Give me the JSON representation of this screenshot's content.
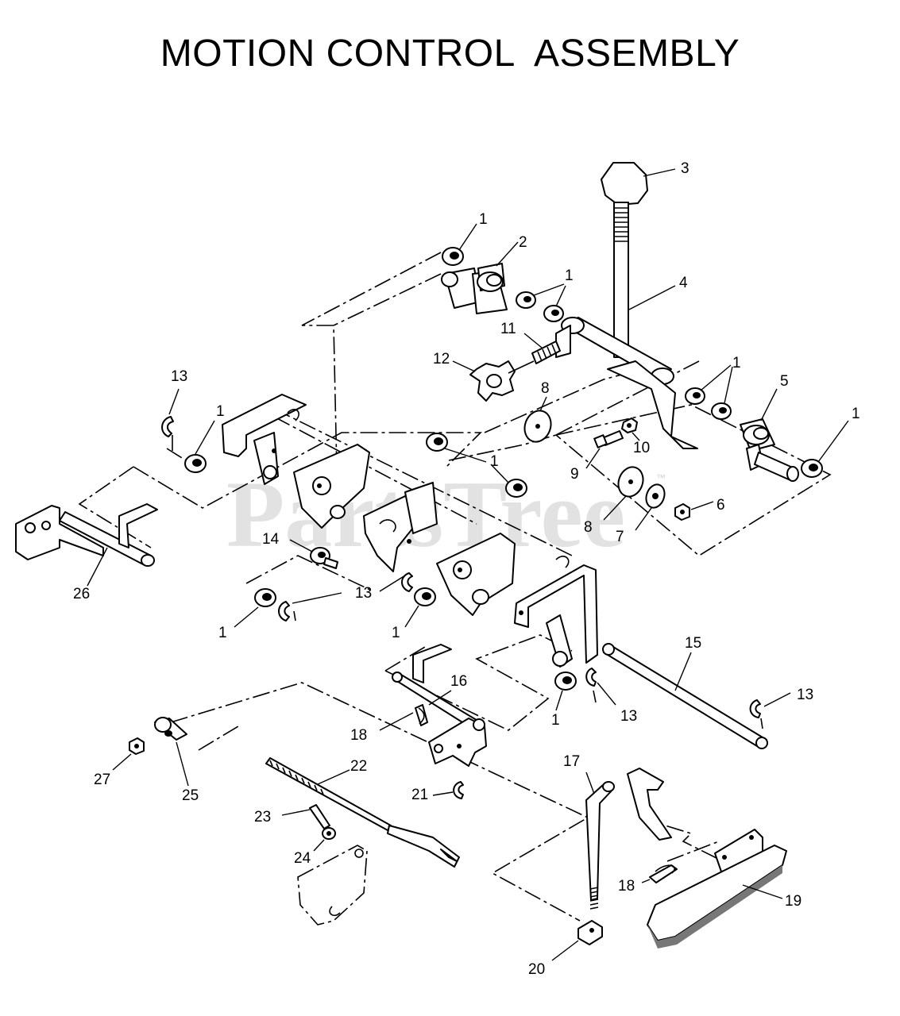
{
  "title": "MOTION CONTROL  ASSEMBLY",
  "watermark": {
    "text": "PartsTree",
    "mark": "™"
  },
  "callouts": [
    {
      "id": "c3",
      "text": "3"
    },
    {
      "id": "c1a",
      "text": "1"
    },
    {
      "id": "c2",
      "text": "2"
    },
    {
      "id": "c1b",
      "text": "1"
    },
    {
      "id": "c4",
      "text": "4"
    },
    {
      "id": "c11",
      "text": "11"
    },
    {
      "id": "c12",
      "text": "12"
    },
    {
      "id": "c1c",
      "text": "1"
    },
    {
      "id": "c5",
      "text": "5"
    },
    {
      "id": "c1d",
      "text": "1"
    },
    {
      "id": "c13a",
      "text": "13"
    },
    {
      "id": "c1e",
      "text": "1"
    },
    {
      "id": "c8a",
      "text": "8"
    },
    {
      "id": "c10",
      "text": "10"
    },
    {
      "id": "c9",
      "text": "9"
    },
    {
      "id": "c1f",
      "text": "1"
    },
    {
      "id": "c8b",
      "text": "8"
    },
    {
      "id": "c7",
      "text": "7"
    },
    {
      "id": "c6",
      "text": "6"
    },
    {
      "id": "c14",
      "text": "14"
    },
    {
      "id": "c26",
      "text": "26"
    },
    {
      "id": "c13b",
      "text": "13"
    },
    {
      "id": "c1g",
      "text": "1"
    },
    {
      "id": "c1h",
      "text": "1"
    },
    {
      "id": "c15",
      "text": "15"
    },
    {
      "id": "c16",
      "text": "16"
    },
    {
      "id": "c13c",
      "text": "13"
    },
    {
      "id": "c1i",
      "text": "1"
    },
    {
      "id": "c13d",
      "text": "13"
    },
    {
      "id": "c18a",
      "text": "18"
    },
    {
      "id": "c22",
      "text": "22"
    },
    {
      "id": "c27",
      "text": "27"
    },
    {
      "id": "c25",
      "text": "25"
    },
    {
      "id": "c21",
      "text": "21"
    },
    {
      "id": "c17",
      "text": "17"
    },
    {
      "id": "c23",
      "text": "23"
    },
    {
      "id": "c24",
      "text": "24"
    },
    {
      "id": "c18b",
      "text": "18"
    },
    {
      "id": "c19",
      "text": "19"
    },
    {
      "id": "c20",
      "text": "20"
    }
  ]
}
